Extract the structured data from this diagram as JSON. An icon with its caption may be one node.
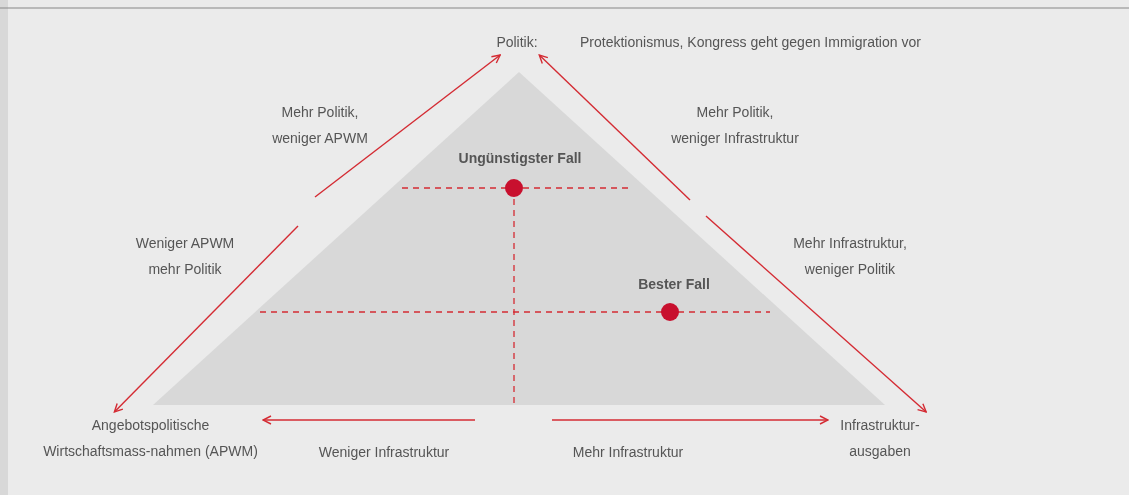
{
  "diagram": {
    "nodes": [
      {
        "text": [
          "Politik:"
        ],
        "beside": [
          "Protektionismus, Kongress geht gegen Immigration vor"
        ]
      },
      {
        "text": [
          "Angebotspolitische Wirtschaftsmass-nahmen (APWM)"
        ]
      },
      {
        "text": [
          "Infrastruktur-ausgaben"
        ]
      },
      {
        "text": [],
        "shape": "triangle"
      },
      {
        "text": [
          "Ungünstigster Fall"
        ],
        "in": 3
      },
      {
        "text": [
          "Bester Fall"
        ],
        "in": 3
      }
    ],
    "edges": [
      {
        "from": null,
        "to": 0,
        "arrow": "to",
        "label": "Mehr Politik, weniger APWM"
      },
      {
        "from": null,
        "to": 1,
        "arrow": "to",
        "label": "Weniger APWM mehr Politik"
      },
      {
        "from": null,
        "to": 0,
        "arrow": "to",
        "label": "Mehr Politik, weniger Infrastruktur"
      },
      {
        "from": null,
        "to": 2,
        "arrow": "to",
        "label": "Mehr Infrastruktur, weniger Politik"
      },
      {
        "from": null,
        "to": 1,
        "arrow": "to",
        "label": "Weniger Infrastruktur"
      },
      {
        "from": null,
        "to": 2,
        "arrow": "to",
        "label": "Mehr Infrastruktur"
      }
    ]
  }
}
